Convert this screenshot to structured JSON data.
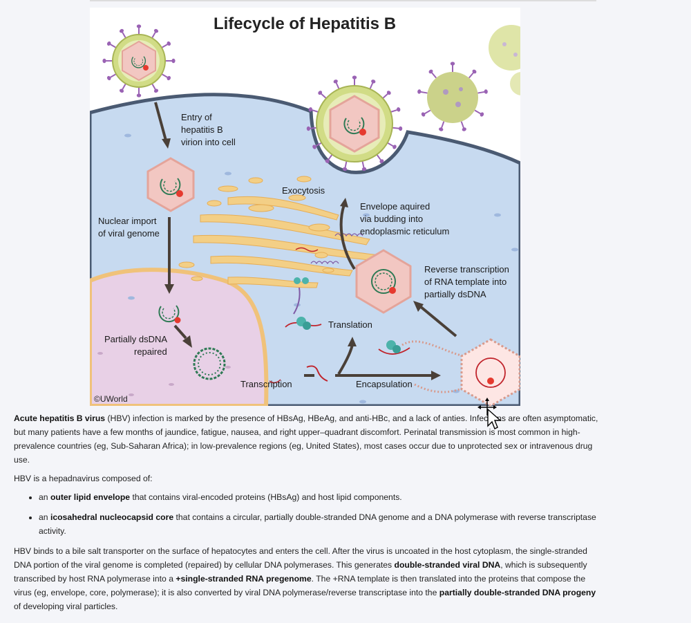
{
  "figure": {
    "title": "Lifecycle of Hepatitis B",
    "labels": {
      "entry_l1": "Entry of",
      "entry_l2": "hepatitis B",
      "entry_l3": "virion into cell",
      "exocytosis": "Exocytosis",
      "envelope_l1": "Envelope aquired",
      "envelope_l2": "via budding into",
      "envelope_l3": "endoplasmic reticulum",
      "nuclear_l1": "Nuclear import",
      "nuclear_l2": "of viral genome",
      "reverse_l1": "Reverse transcription",
      "reverse_l2": "of RNA template into",
      "reverse_l3": "partially dsDNA",
      "translation": "Translation",
      "repaired_l1": "Partially dsDNA",
      "repaired_l2": "repaired",
      "transcription": "Transcription",
      "encapsulation": "Encapsulation",
      "copyright": "©UWorld"
    },
    "colors": {
      "cytoplasm": "#c7daf0",
      "nucleus": "#e8d0e6",
      "capsid": "#f2c7c2",
      "envelope": "#d1dc86",
      "spike": "#9a63b4",
      "er": "#f3cf86",
      "dna": "#2f7a55",
      "rna": "#c0232b",
      "polymerase": "#e53a2f",
      "ribosome": "#4cb3aa"
    }
  },
  "article": {
    "p1": {
      "b1": "Acute hepatitis B virus",
      "t1": " (HBV) infection is marked by the presence of HBsAg, HBeAg, and anti-HBc, and a lack of anti",
      "t2": "es.  Infections are often asymptomatic, but many patients have a few months of jaundice, fatigue, nausea, and right upper–quadrant discomfort.  Perinatal transmission is most common in high-prevalence countries (eg, Sub-Saharan Africa); in low-prevalence regions (eg, United States), most cases occur due to unprotected sex or intravenous drug use."
    },
    "p2": "HBV is a hepadnavirus composed of:",
    "bullet1": {
      "t1": "an ",
      "b1": "outer lipid envelope",
      "t2": " that contains viral-encoded proteins (HBsAg) and host lipid components."
    },
    "bullet2": {
      "t1": "an ",
      "b1": "icosahedral nucleocapsid core",
      "t2": " that contains a circular, partially double-stranded DNA genome and a DNA polymerase with reverse transcriptase activity."
    },
    "p3": {
      "t1": "HBV binds to a bile salt transporter on the surface of hepatocytes and enters the cell.  After the virus is uncoated in the host cytoplasm, the single-stranded DNA portion of the viral genome is completed (repaired) by cellular DNA polymerases.  This generates ",
      "b1": "double-stranded viral DNA",
      "t2": ", which is subsequently transcribed by host RNA polymerase into a ",
      "b2": "+single-stranded RNA pregenome",
      "t3": ".  The +RNA template is then translated into the proteins that compose the virus (eg, envelope, core, polymerase); it is also converted by viral DNA polymerase/reverse transcriptase into the ",
      "b3": "partially double-stranded DNA progeny",
      "t4": " of developing viral particles."
    }
  }
}
